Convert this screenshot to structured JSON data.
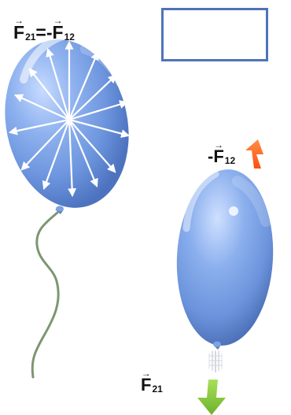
{
  "equation": {
    "lhs_symbol": "F",
    "lhs_sub": "21",
    "equals": "=",
    "rhs_minus": "-",
    "rhs_symbol": "F",
    "rhs_sub": "12"
  },
  "labels": {
    "neg_force_prefix": "-",
    "neg_force_symbol": "F",
    "neg_force_sub": "12",
    "pos_force_symbol": "F",
    "pos_force_sub": "21"
  },
  "vector_mark": "→",
  "colors": {
    "balloon_blue": "#6f98df",
    "balloon_dark": "#4b6fb8",
    "string_green": "#6f8c68",
    "force_up_orange": "#ff6a1c",
    "force_down_green": "#84c83a",
    "box_blue": "#4f73b9"
  }
}
